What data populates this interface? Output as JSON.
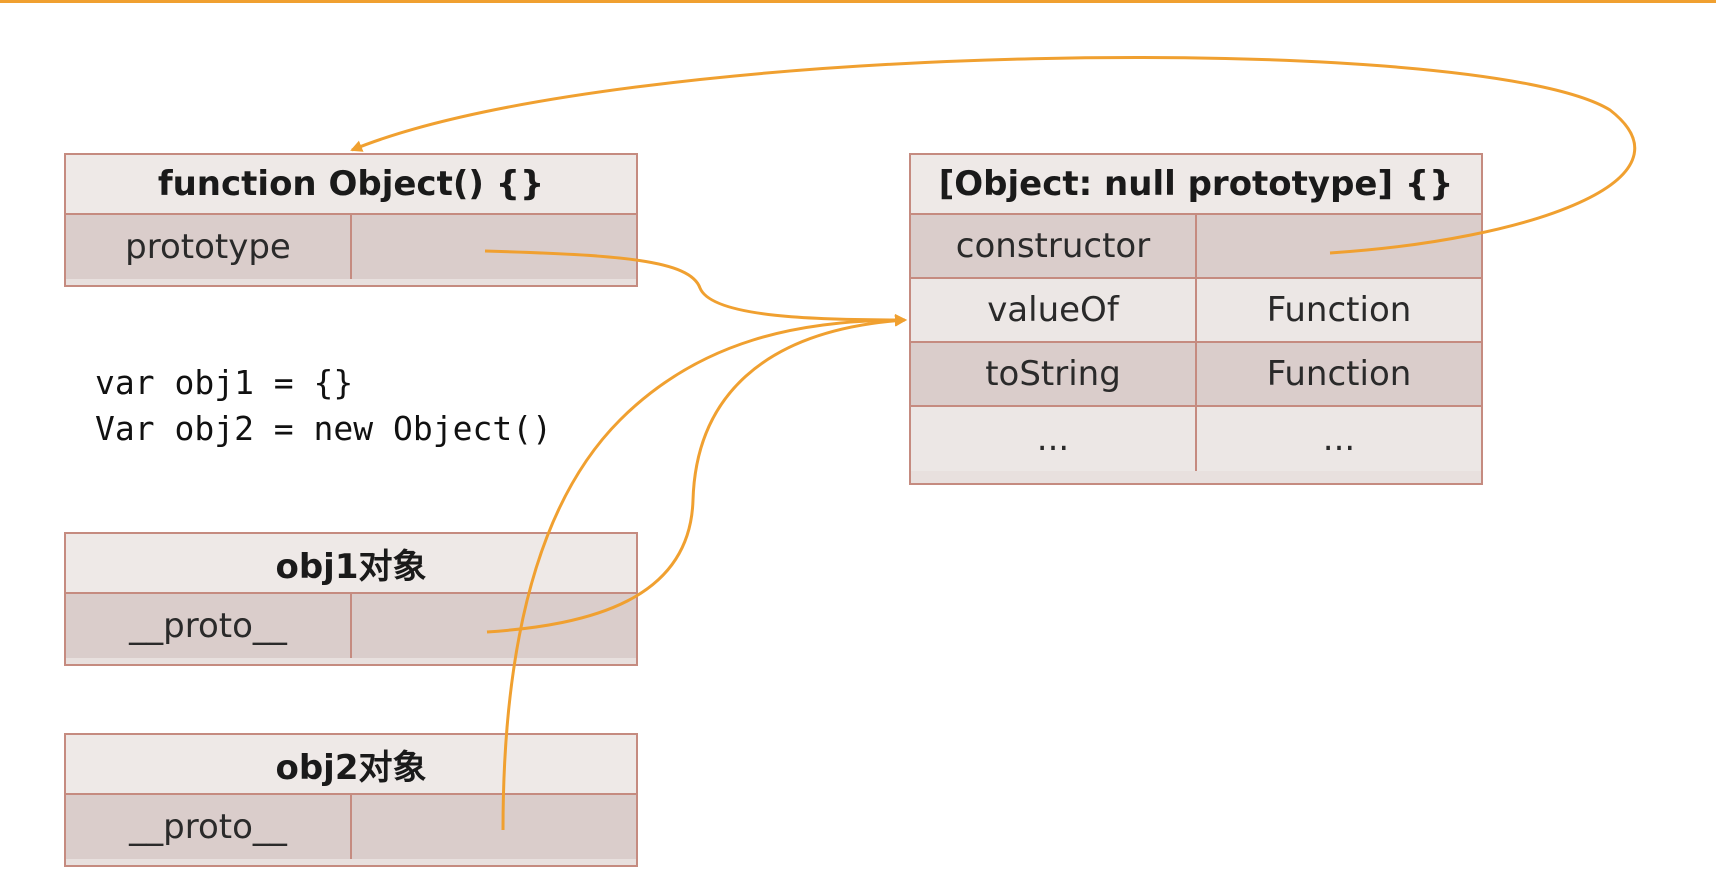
{
  "colors": {
    "accent": "#f0a030",
    "border": "#c58b80",
    "header_bg": "#eee9e7",
    "shaded_row": "#dacdcb",
    "light_row": "#ece7e5"
  },
  "function_box": {
    "title": "function Object() {}",
    "rows": [
      {
        "key": "prototype",
        "value": ""
      }
    ]
  },
  "prototype_box": {
    "title": "[Object: null prototype] {}",
    "rows": [
      {
        "key": "constructor",
        "value": ""
      },
      {
        "key": "valueOf",
        "value": "Function"
      },
      {
        "key": "toString",
        "value": "Function"
      },
      {
        "key": "...",
        "value": "..."
      }
    ]
  },
  "code_lines": [
    "var obj1 = {}",
    "Var obj2 = new Object()"
  ],
  "obj1_box": {
    "title": "obj1对象",
    "rows": [
      {
        "key": "__proto__",
        "value": ""
      }
    ]
  },
  "obj2_box": {
    "title": "obj2对象",
    "rows": [
      {
        "key": "__proto__",
        "value": ""
      }
    ]
  }
}
